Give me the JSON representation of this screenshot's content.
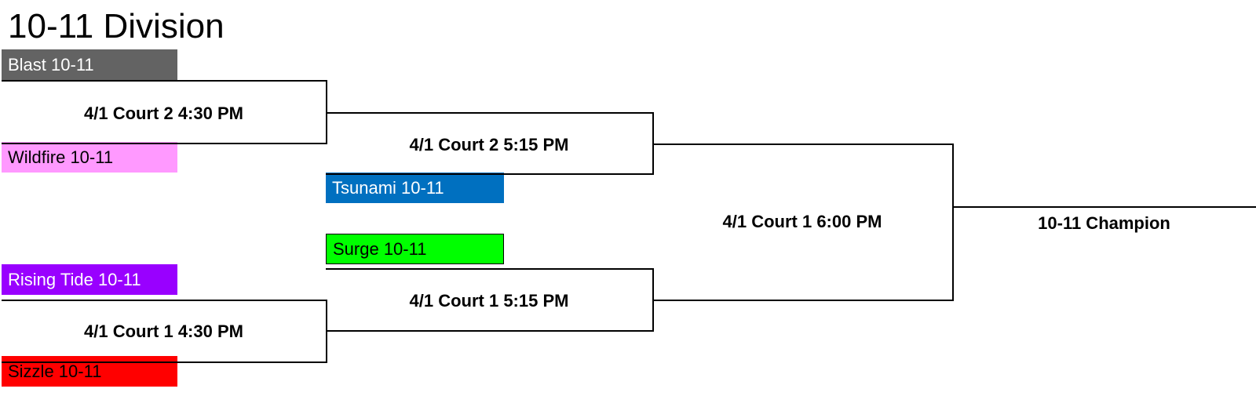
{
  "title": "10-11 Division",
  "teams": {
    "blast": {
      "name": "Blast 10-11",
      "bg": "#636363",
      "fg": "#ffffff"
    },
    "wildfire": {
      "name": "Wildfire 10-11",
      "bg": "#ff99ff",
      "fg": "#000000"
    },
    "tsunami": {
      "name": "Tsunami 10-11",
      "bg": "#0070c0",
      "fg": "#ffffff"
    },
    "surge": {
      "name": "Surge 10-11",
      "bg": "#00ff00",
      "fg": "#000000"
    },
    "rising_tide": {
      "name": "Rising Tide 10-11",
      "bg": "#9900ff",
      "fg": "#ffffff"
    },
    "sizzle": {
      "name": "Sizzle 10-11",
      "bg": "#ff0000",
      "fg": "#000000"
    }
  },
  "games": {
    "r1_top": "4/1 Court 2 4:30 PM",
    "r1_bottom": "4/1 Court 1 4:30 PM",
    "r2_top": "4/1 Court 2 5:15 PM",
    "r2_bottom": "4/1 Court 1 5:15 PM",
    "final": "4/1 Court 1 6:00 PM"
  },
  "champion": "10-11 Champion"
}
